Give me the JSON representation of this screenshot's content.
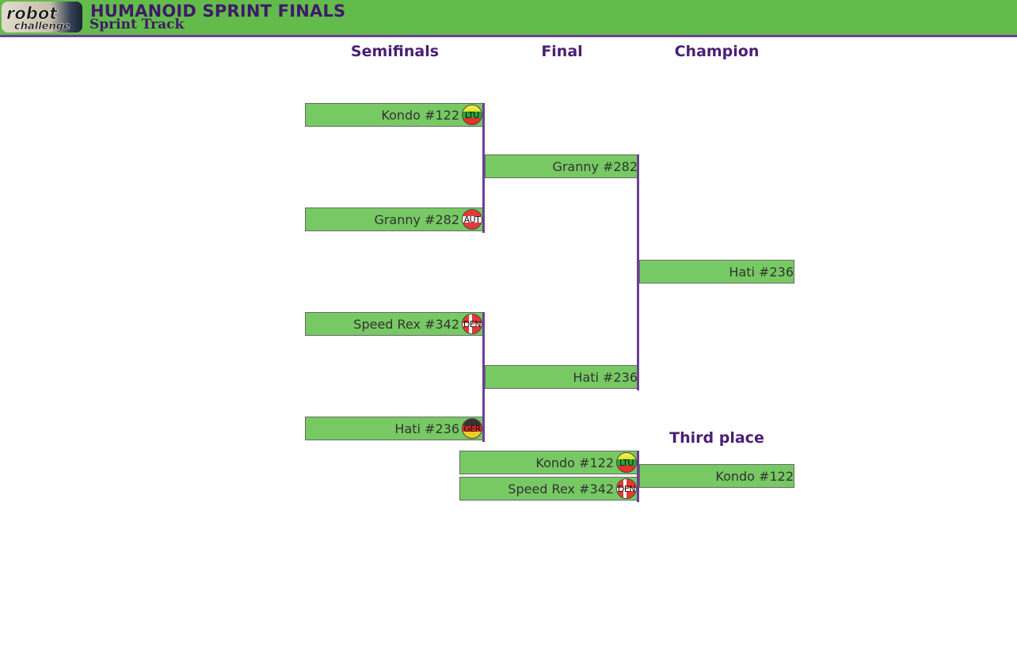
{
  "header": {
    "logo_text": "robot challenge",
    "title": "HUMANOID SPRINT FINALS",
    "subtitle": "Sprint Track"
  },
  "columns": {
    "semifinals": "Semifinals",
    "final": "Final",
    "champion": "Champion",
    "third_place": "Third place"
  },
  "semifinals": [
    {
      "name": "Kondo #122",
      "country": "LTU"
    },
    {
      "name": "Granny #282",
      "country": "AUT"
    },
    {
      "name": "Speed Rex #342",
      "country": "DEN"
    },
    {
      "name": "Hati #236",
      "country": "GER"
    }
  ],
  "final": [
    {
      "name": "Granny #282"
    },
    {
      "name": "Hati #236"
    }
  ],
  "champion": {
    "name": "Hati #236"
  },
  "third_place_match": [
    {
      "name": "Kondo #122",
      "country": "LTU"
    },
    {
      "name": "Speed Rex #342",
      "country": "DEN"
    }
  ],
  "third_place_winner": {
    "name": "Kondo #122"
  },
  "colors": {
    "header_bg": "#63bb4c",
    "box_bg": "#77c963",
    "accent_purple": "#6c3f93",
    "heading_text": "#4a1f73"
  }
}
